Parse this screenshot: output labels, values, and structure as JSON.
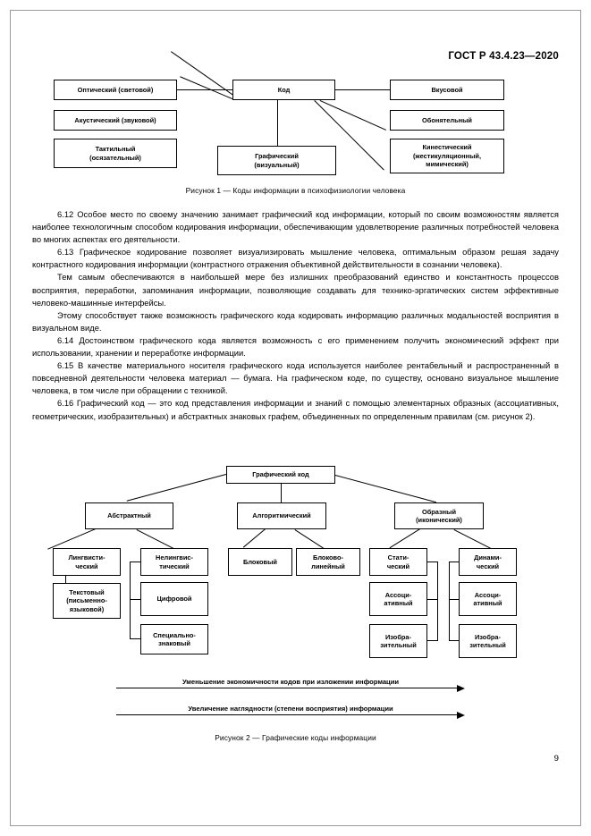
{
  "document": {
    "standard_header": "ГОСТ Р 43.4.23—2020",
    "page_number": "9"
  },
  "figure1": {
    "caption": "Рисунок 1 — Коды информации в психофизиологии человека",
    "root": "Код",
    "left_nodes": [
      "Оптический (световой)",
      "Акустический (звуковой)",
      "Тактильный\n(осязательный)"
    ],
    "right_nodes": [
      "Вкусовой",
      "Обонятельный",
      "Кинестический\n(жестикуляционный,\nмимический)"
    ],
    "bottom_node": "Графический\n(визуальный)"
  },
  "paragraphs": [
    "6.12 Особое место по своему значению занимает графический код информации, который по своим возможностям является наиболее технологичным способом кодирования информации, обеспечивающим удовлетворение различных потребностей человека во многих аспектах его деятельности.",
    "6.13 Графическое кодирование позволяет визуализировать мышление человека, оптимальным образом решая задачу контрастного кодирования информации (контрастного отражения объективной действительности в сознании человека).",
    "Тем самым обеспечиваются в наибольшей мере без излишних преобразований единство и константность процессов восприятия, переработки, запоминания информации, позволяющие создавать для технико-эргатических систем эффективные человеко-машинные интерфейсы.",
    "Этому способствует также возможность графического кода кодировать информацию различных модальностей восприятия в визуальном виде.",
    "6.14 Достоинством графического кода является возможность с его применением получить экономический эффект при использовании, хранении и переработке информации.",
    "6.15 В качестве материального носителя графического кода используется наиболее рентабельный и распространенный в повседневной деятельности человека материал — бумага. На графическом коде, по существу, основано визуальное мышление человека, в том числе при обращении с техникой.",
    "6.16 Графический код — это код представления информации и знаний с помощью элементарных образных (ассоциативных, геометрических, изобразительных) и абстрактных знаковых графем, объединенных по определенным правилам (см. рисунок 2)."
  ],
  "figure2": {
    "caption": "Рисунок 2 — Графические коды информации",
    "root": "Графический код",
    "level2": [
      "Абстрактный",
      "Алгоритмический",
      "Образный\n(иконический)"
    ],
    "branch_abstract": {
      "linguistic": "Лингвисти-\nческий",
      "linguistic_child": "Текстовый\n(письменно-\nязыковой)",
      "nonlinguistic_group": [
        "Нелингвис-\nтический",
        "Цифровой",
        "Специально-\nзнаковый"
      ]
    },
    "branch_algorithmic": [
      "Блоковый",
      "Блоково-\nлинейный"
    ],
    "branch_figurative": {
      "static_group": [
        "Стати-\nческий",
        "Ассоци-\nативный",
        "Изобра-\nзительный"
      ],
      "dynamic_group": [
        "Динами-\nческий",
        "Ассоци-\nативный",
        "Изобра-\nзительный"
      ]
    },
    "arrows": [
      "Уменьшение экономичности кодов при изложении информации",
      "Увеличение наглядности (степени восприятия) информации"
    ]
  }
}
